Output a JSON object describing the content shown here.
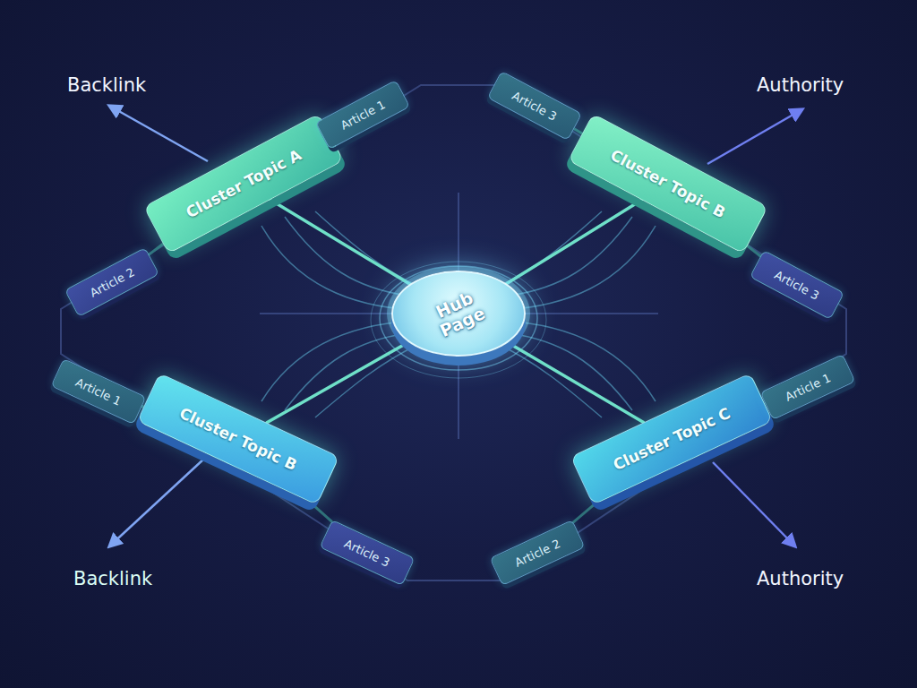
{
  "diagram": {
    "nodes": [
      {
        "text": [
          "Hub Page"
        ]
      },
      {
        "text": [
          "Cluster Topic A"
        ]
      },
      {
        "text": [
          "Article 1"
        ]
      },
      {
        "text": [
          "Article 2"
        ]
      },
      {
        "text": [
          "Cluster Topic B"
        ]
      },
      {
        "text": [
          "Article 3"
        ]
      },
      {
        "text": [
          "Article 3"
        ]
      },
      {
        "text": [
          "Cluster Topic B"
        ]
      },
      {
        "text": [
          "Article 1"
        ]
      },
      {
        "text": [
          "Article 3"
        ]
      },
      {
        "text": [
          "Cluster Topic C"
        ]
      },
      {
        "text": [
          "Article 1"
        ]
      },
      {
        "text": [
          "Article 2"
        ]
      }
    ],
    "edges": [
      {
        "from": 0,
        "to": 1,
        "arrow": "none"
      },
      {
        "from": 0,
        "to": 4,
        "arrow": "none"
      },
      {
        "from": 0,
        "to": 7,
        "arrow": "none"
      },
      {
        "from": 0,
        "to": 10,
        "arrow": "none"
      },
      {
        "from": 1,
        "to": 2,
        "arrow": "none"
      },
      {
        "from": 1,
        "to": 3,
        "arrow": "none"
      },
      {
        "from": 4,
        "to": 5,
        "arrow": "none"
      },
      {
        "from": 4,
        "to": 6,
        "arrow": "none"
      },
      {
        "from": 7,
        "to": 8,
        "arrow": "none"
      },
      {
        "from": 7,
        "to": 9,
        "arrow": "none"
      },
      {
        "from": 10,
        "to": 11,
        "arrow": "none"
      },
      {
        "from": 10,
        "to": 12,
        "arrow": "none"
      }
    ],
    "labels": [
      "Backlink",
      "Authority",
      "Backlink",
      "Authority"
    ]
  }
}
